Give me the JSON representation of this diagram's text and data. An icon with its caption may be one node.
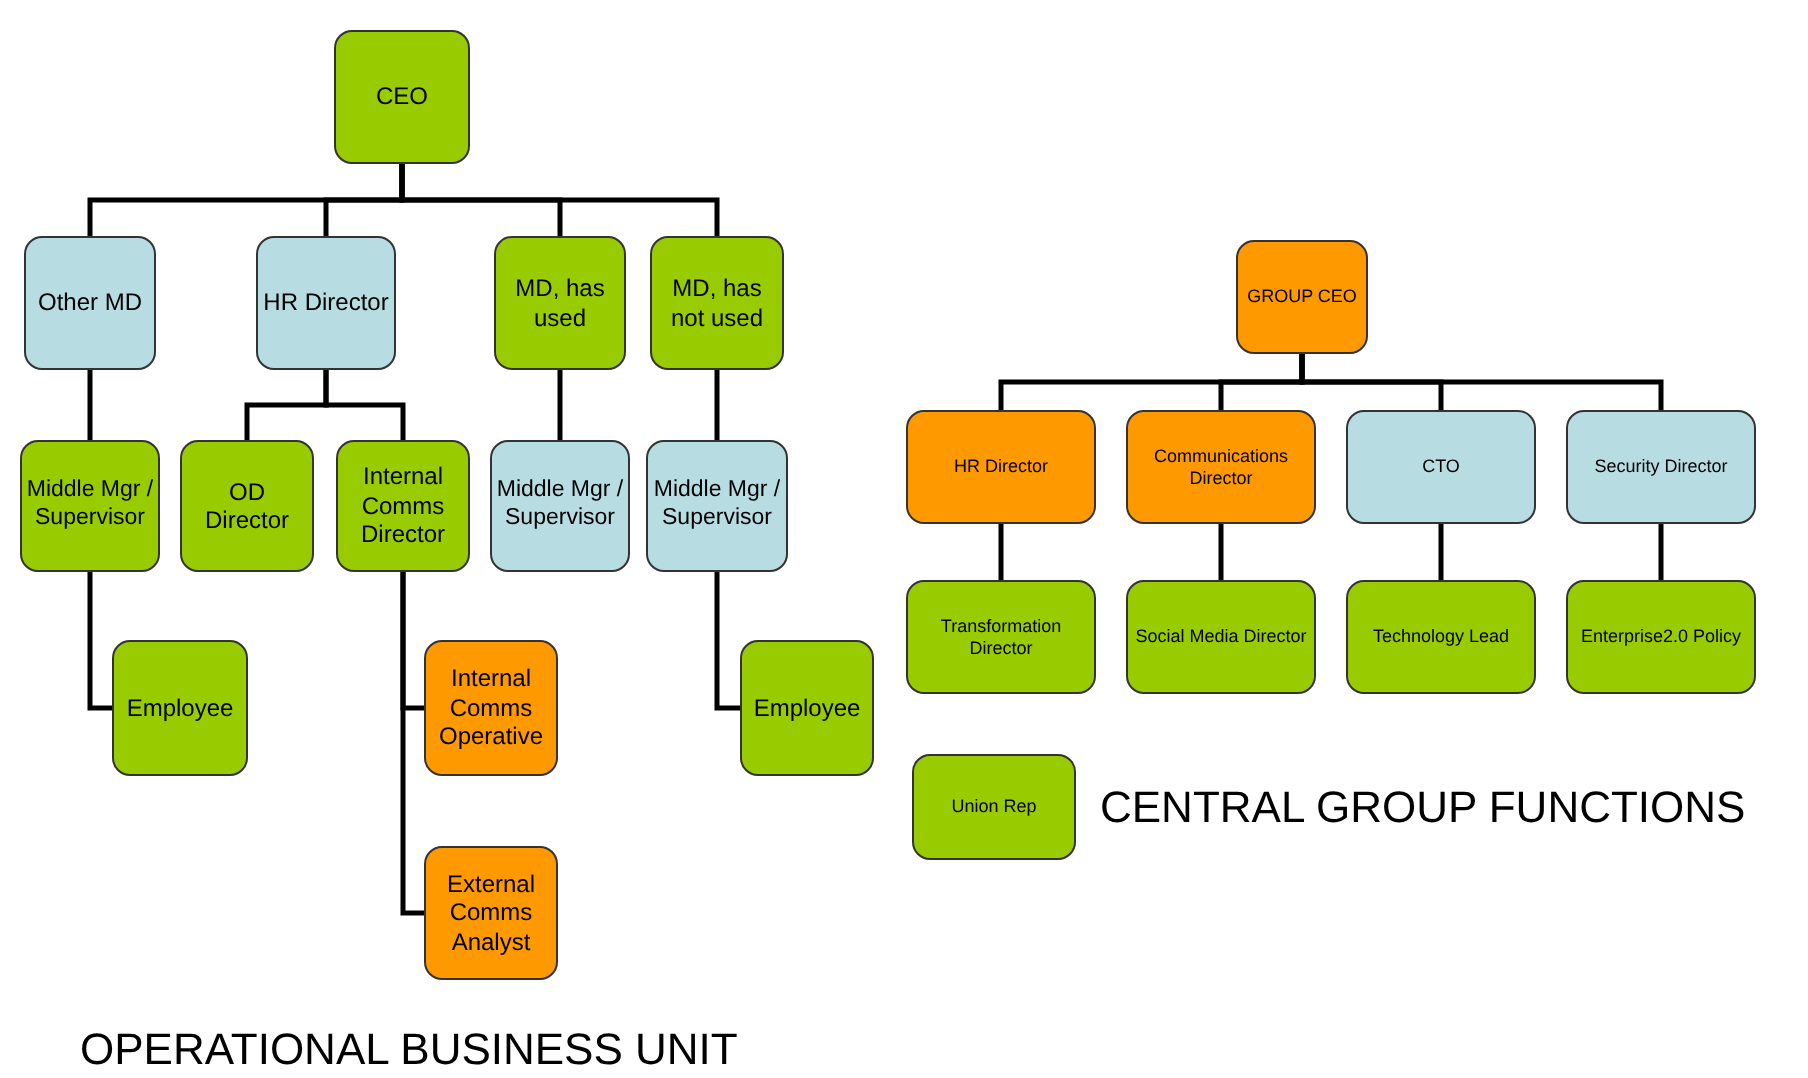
{
  "diagram": {
    "nodes": [
      {
        "text": [
          "CEO"
        ]
      },
      {
        "text": [
          "Other MD"
        ]
      },
      {
        "text": [
          "HR Director"
        ]
      },
      {
        "text": [
          "MD, has used"
        ]
      },
      {
        "text": [
          "MD, has not used"
        ]
      },
      {
        "text": [
          "Middle Mgr / Supervisor"
        ]
      },
      {
        "text": [
          "OD Director"
        ]
      },
      {
        "text": [
          "Internal Comms Director"
        ]
      },
      {
        "text": [
          "Middle Mgr / Supervisor"
        ]
      },
      {
        "text": [
          "Middle Mgr / Supervisor"
        ]
      },
      {
        "text": [
          "Employee"
        ]
      },
      {
        "text": [
          "Internal Comms Operative"
        ]
      },
      {
        "text": [
          "External Comms Analyst"
        ]
      },
      {
        "text": [
          "Employee"
        ]
      },
      {
        "text": [
          "GROUP CEO"
        ]
      },
      {
        "text": [
          "HR Director"
        ]
      },
      {
        "text": [
          "Communications Director"
        ]
      },
      {
        "text": [
          "CTO"
        ]
      },
      {
        "text": [
          "Security Director"
        ]
      },
      {
        "text": [
          "Transformation Director"
        ]
      },
      {
        "text": [
          "Social Media Director"
        ]
      },
      {
        "text": [
          "Technology Lead"
        ]
      },
      {
        "text": [
          "Enterprise2.0 Policy"
        ]
      },
      {
        "text": [
          "Union Rep"
        ]
      }
    ],
    "edges": [
      {
        "from": 0,
        "to": 1,
        "arrow": "none"
      },
      {
        "from": 0,
        "to": 2,
        "arrow": "none"
      },
      {
        "from": 0,
        "to": 3,
        "arrow": "none"
      },
      {
        "from": 0,
        "to": 4,
        "arrow": "none"
      },
      {
        "from": 1,
        "to": 5,
        "arrow": "none"
      },
      {
        "from": 2,
        "to": 6,
        "arrow": "none"
      },
      {
        "from": 2,
        "to": 7,
        "arrow": "none"
      },
      {
        "from": 3,
        "to": 8,
        "arrow": "none"
      },
      {
        "from": 4,
        "to": 9,
        "arrow": "none"
      },
      {
        "from": 5,
        "to": 10,
        "arrow": "none"
      },
      {
        "from": 7,
        "to": 11,
        "arrow": "none"
      },
      {
        "from": 7,
        "to": 12,
        "arrow": "none"
      },
      {
        "from": 9,
        "to": 13,
        "arrow": "none"
      },
      {
        "from": 14,
        "to": 15,
        "arrow": "none"
      },
      {
        "from": 14,
        "to": 16,
        "arrow": "none"
      },
      {
        "from": 14,
        "to": 17,
        "arrow": "none"
      },
      {
        "from": 14,
        "to": 18,
        "arrow": "none"
      },
      {
        "from": 15,
        "to": 19,
        "arrow": "none"
      },
      {
        "from": 16,
        "to": 20,
        "arrow": "none"
      },
      {
        "from": 17,
        "to": 21,
        "arrow": "none"
      },
      {
        "from": 18,
        "to": 22,
        "arrow": "none"
      }
    ],
    "labels": [
      "CENTRAL GROUP FUNCTIONS",
      "OPERATIONAL BUSINESS UNIT"
    ]
  }
}
